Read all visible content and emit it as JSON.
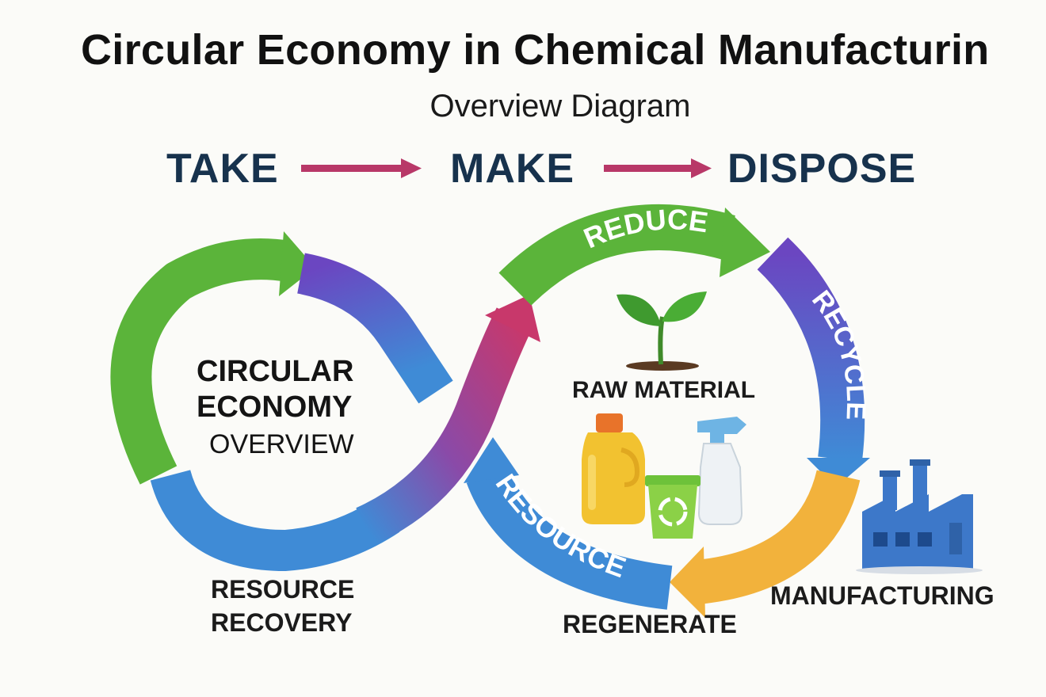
{
  "header": {
    "title": "Circular Economy in Chemical Manufacturin",
    "subtitle": "Overview Diagram"
  },
  "linear_flow": {
    "steps": [
      "TAKE",
      "MAKE",
      "DISPOSE"
    ],
    "arrow_color": "#b83868"
  },
  "left_loop": {
    "line1": "CIRCULAR",
    "line2": "ECONOMY",
    "line3": "OVERVIEW"
  },
  "right_loop": {
    "arc_labels": {
      "reduce": "REDUCE",
      "recycle": "RECYCLE",
      "resource": "RESOURCE"
    },
    "inner_label": "RAW MATERIAL"
  },
  "outer_labels": {
    "resource_recovery_line1": "RESOURCE",
    "resource_recovery_line2": "RECOVERY",
    "regenerate": "REGENERATE",
    "manufacturing": "MANUFACTURING"
  },
  "colors": {
    "green": "#5bb43a",
    "purple": "#6b46c1",
    "blue": "#3f8bd6",
    "magenta": "#c8386b",
    "orange": "#f2b23c",
    "navy_text": "#17324d",
    "factory": "#3d78c9"
  },
  "icons": [
    "sprout-icon",
    "jug-bottle-icon",
    "recycle-bin-icon",
    "spray-bottle-icon",
    "factory-icon"
  ]
}
